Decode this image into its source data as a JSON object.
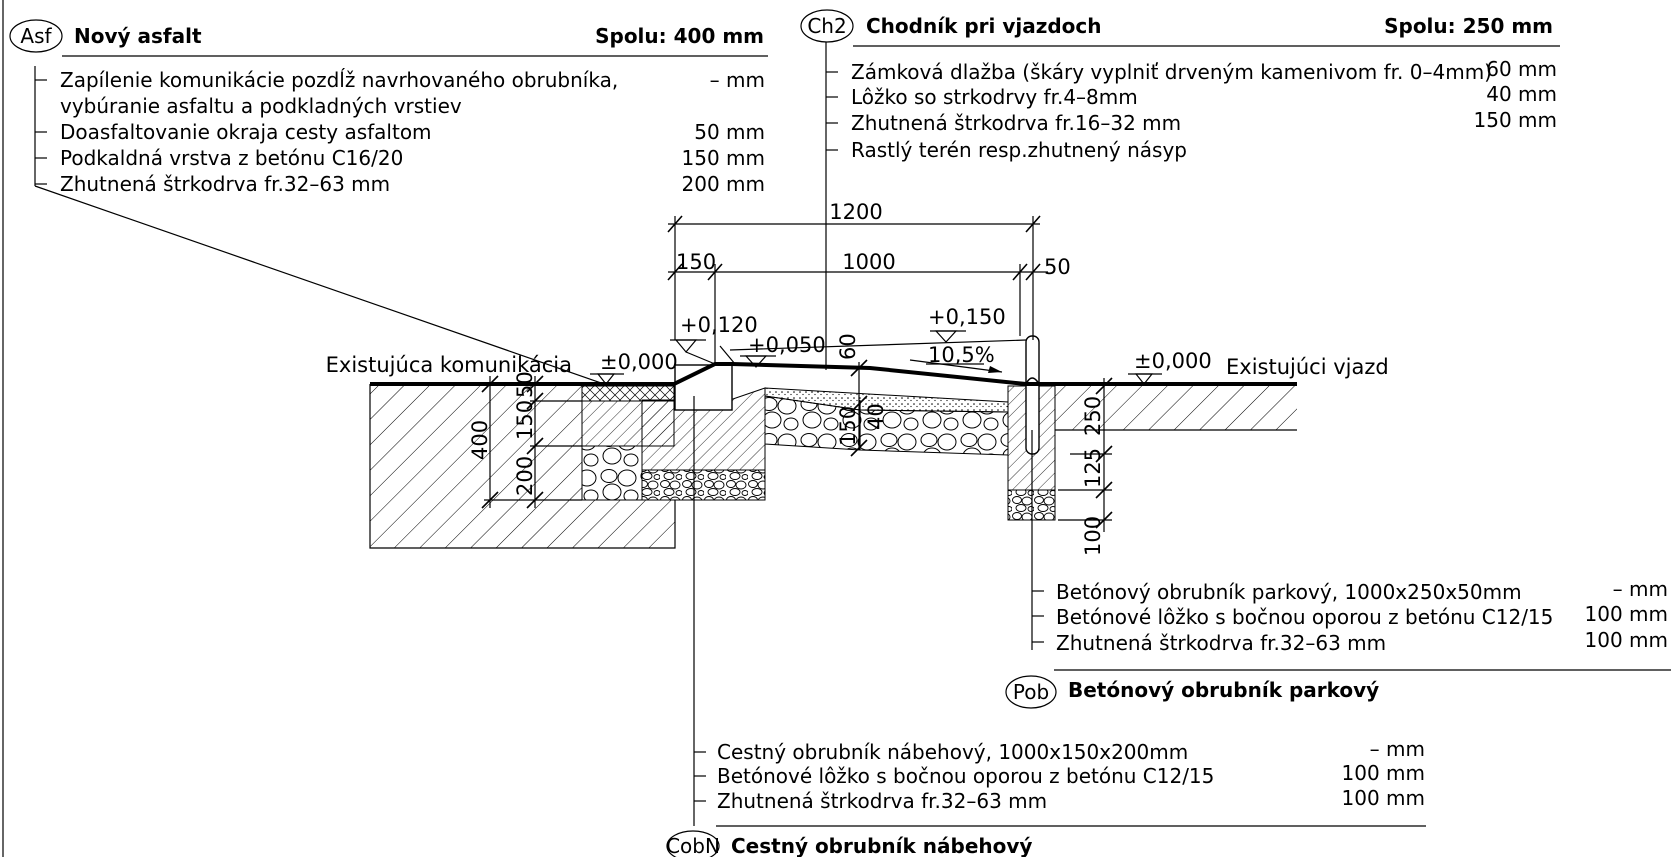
{
  "asf": {
    "tag": "Asf",
    "title": "Nový asfalt",
    "total": "Spolu: 400 mm",
    "rows": [
      {
        "text": "Zapílenie komunikácie pozdĺž navrhovaného obrubníka,",
        "value": "– mm"
      },
      {
        "text": "vybúranie asfaltu a podkladných vrstiev",
        "value": ""
      },
      {
        "text": "Doasfaltovanie okraja cesty asfaltom",
        "value": "50 mm"
      },
      {
        "text": "Podkaldná vrstva z betónu C16/20",
        "value": "150 mm"
      },
      {
        "text": "Zhutnená štrkodrva fr.32–63 mm",
        "value": "200 mm"
      }
    ]
  },
  "ch2": {
    "tag": "Ch2",
    "title": "Chodník pri vjazdoch",
    "total": "Spolu: 250 mm",
    "rows": [
      {
        "text": "Zámková dlažba (škáry vyplniť drveným kamenivom fr. 0–4mm)",
        "value": "60 mm"
      },
      {
        "text": "Lôžko so strkodrvy fr.4–8mm",
        "value": "40 mm"
      },
      {
        "text": "Zhutnená štrkodrva fr.16–32 mm",
        "value": "150 mm"
      },
      {
        "text": "Rastlý terén resp.zhutnený násyp",
        "value": ""
      }
    ]
  },
  "pob": {
    "tag": "Pob",
    "title": "Betónový obrubník parkový",
    "rows": [
      {
        "text": "Betónový obrubník parkový, 1000x250x50mm",
        "value": "– mm"
      },
      {
        "text": "Betónové lôžko s bočnou oporou z betónu C12/15",
        "value": "100 mm"
      },
      {
        "text": "Zhutnená štrkodrva fr.32–63 mm",
        "value": "100 mm"
      }
    ]
  },
  "cobn": {
    "tag": "CobN",
    "title": "Cestný obrubník nábehový",
    "rows": [
      {
        "text": "Cestný obrubník nábehový, 1000x150x200mm",
        "value": "– mm"
      },
      {
        "text": "Betónové lôžko s bočnou oporou z betónu C12/15",
        "value": "100 mm"
      },
      {
        "text": "Zhutnená štrkodrva fr.32–63 mm",
        "value": "100 mm"
      }
    ]
  },
  "labels": {
    "existing_road": "Existujúca komunikácia",
    "existing_drive": "Existujúci vjazd",
    "level_zero_left": "±0,000",
    "level_zero_right": "±0,000",
    "level_120": "+0,120",
    "level_050": "+0,050",
    "level_150": "+0,150",
    "slope": "10,5%"
  },
  "dims": {
    "d1200": "1200",
    "d150_top": "150",
    "d1000": "1000",
    "d50": "50",
    "d400": "400",
    "d50_left": "50",
    "d150_left": "150",
    "d200_left": "200",
    "d60": "60",
    "d40": "40",
    "d150_mid": "150",
    "d250": "250",
    "d125": "125",
    "d100": "100"
  }
}
